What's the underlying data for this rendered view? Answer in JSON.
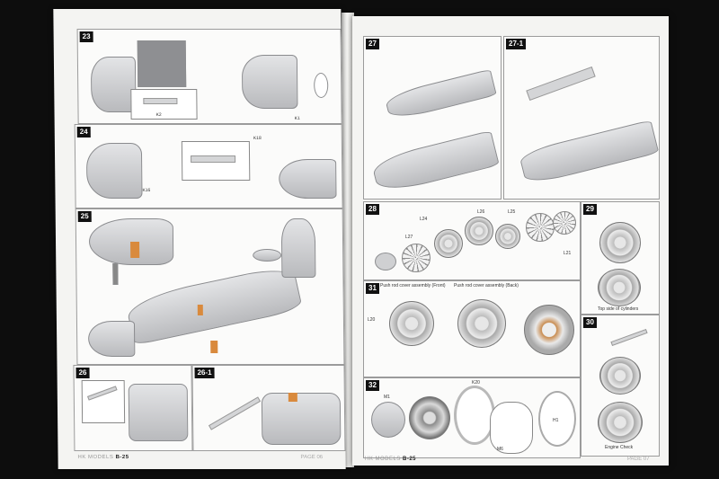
{
  "booklet": {
    "left_footer_brand": "HK MODELS",
    "left_footer_model": "B-25",
    "left_page_number": "PAGE 06",
    "right_footer_brand": "HK MODELS",
    "right_footer_model": "B-25",
    "right_page_number": "PAGE 07"
  },
  "steps": {
    "s23": "23",
    "s24": "24",
    "s25": "25",
    "s26": "26",
    "s26_1": "26-1",
    "s27": "27",
    "s27_1": "27-1",
    "s28": "28",
    "s29": "29",
    "s30": "30",
    "s31": "31",
    "s32": "32"
  },
  "captions": {
    "push_rod_front": "Push rod cover assembly (Front)",
    "push_rod_back": "Push rod cover assembly (Back)",
    "top_side_cylinders": "Top side of cylinders",
    "engine_check": "Engine Check"
  },
  "part_labels": {
    "k1": "K1",
    "k2": "K2",
    "k16": "K16",
    "k18": "K18",
    "k20": "K20",
    "l20": "L20",
    "l21": "L21",
    "l24": "L24",
    "l25": "L25",
    "l26": "L26",
    "l27": "L27",
    "m1": "M1",
    "m6": "M6",
    "h1": "H1"
  }
}
